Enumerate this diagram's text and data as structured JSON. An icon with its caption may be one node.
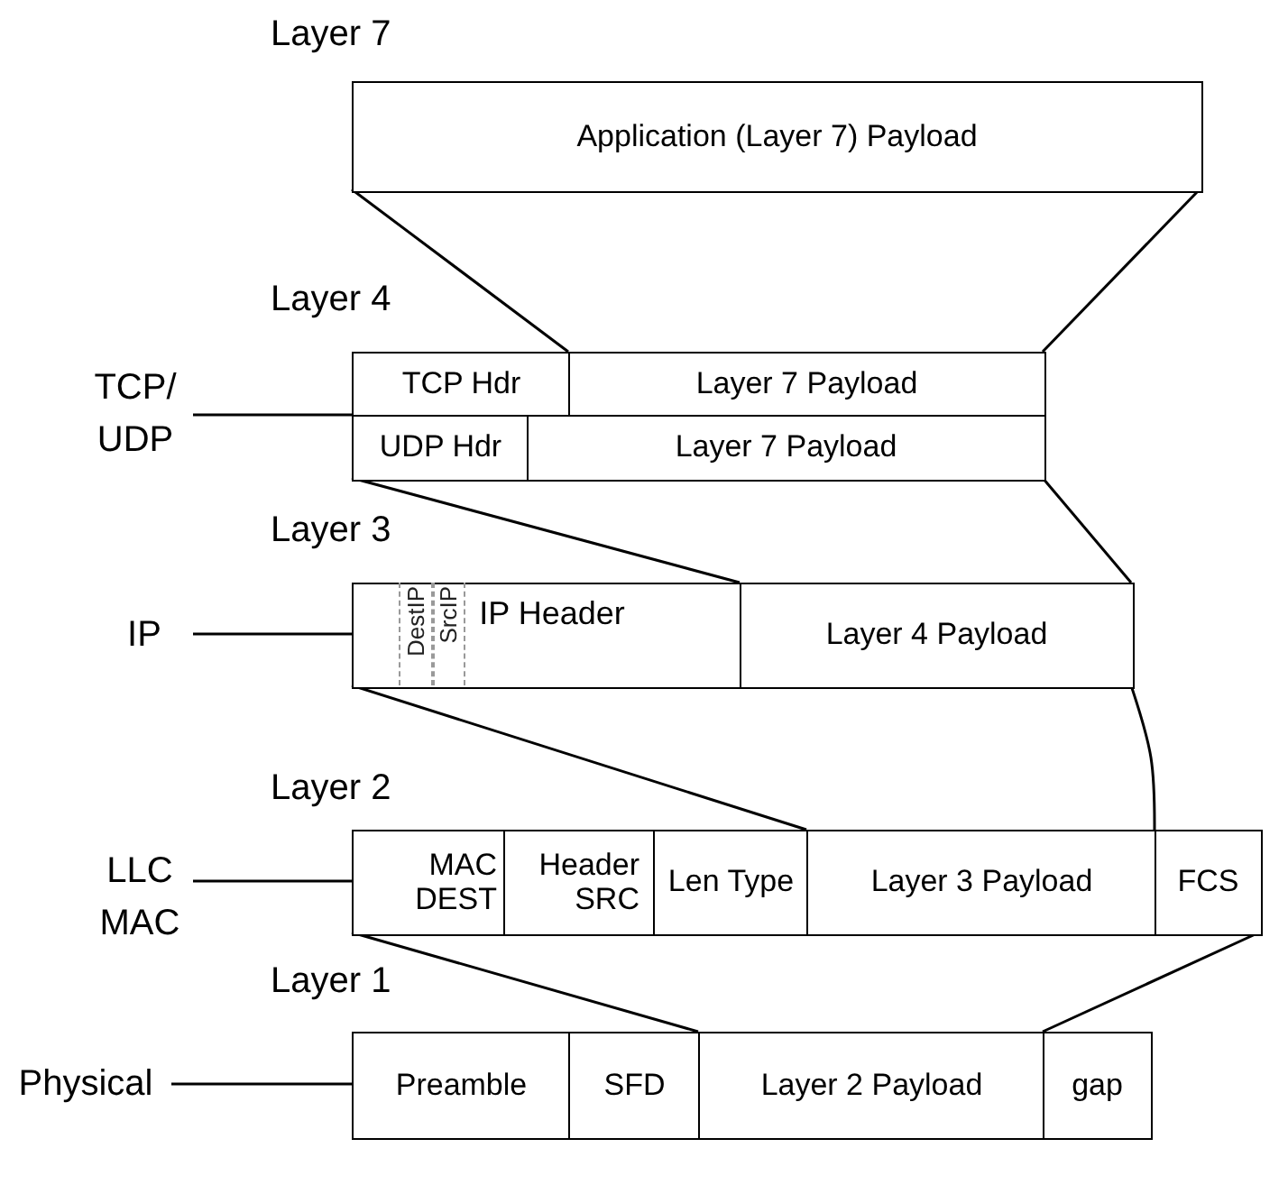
{
  "diagram": {
    "nodes": [
      {
        "text": [
          "Application (Layer 7) Payload"
        ]
      },
      {
        "text": [
          "TCP/ UDP"
        ]
      },
      {
        "text": [
          "TCP Hdr"
        ]
      },
      {
        "text": [
          "Layer 7 Payload"
        ]
      },
      {
        "text": [
          "UDP Hdr"
        ]
      },
      {
        "text": [
          "Layer 7 Payload"
        ]
      },
      {
        "text": [
          "IP"
        ]
      },
      {
        "text": [
          "IP Header"
        ]
      },
      {
        "text": [
          "DestIP"
        ],
        "in": 7
      },
      {
        "text": [
          "SrcIP"
        ],
        "in": 7
      },
      {
        "text": [
          "Layer 4 Payload"
        ]
      },
      {
        "text": [
          "LLC MAC"
        ]
      },
      {
        "text": [
          "MAC",
          "DEST"
        ]
      },
      {
        "text": [
          "Header",
          "SRC"
        ]
      },
      {
        "text": [
          "Len Type"
        ]
      },
      {
        "text": [
          "Layer 3 Payload"
        ]
      },
      {
        "text": [
          "FCS"
        ]
      },
      {
        "text": [
          "Physical"
        ]
      },
      {
        "text": [
          "Preamble"
        ]
      },
      {
        "text": [
          "SFD"
        ]
      },
      {
        "text": [
          "Layer 2 Payload"
        ]
      },
      {
        "text": [
          "gap"
        ]
      }
    ],
    "edges": [
      {
        "from": 0,
        "to": 3,
        "arrow": "none"
      },
      {
        "from": 0,
        "to": 3,
        "arrow": "none"
      },
      {
        "from": 1,
        "to": 2,
        "arrow": "none"
      },
      {
        "from": 4,
        "to": 10,
        "arrow": "none"
      },
      {
        "from": 5,
        "to": 10,
        "arrow": "none"
      },
      {
        "from": 6,
        "to": 7,
        "arrow": "none"
      },
      {
        "from": 7,
        "to": 15,
        "arrow": "none"
      },
      {
        "from": 10,
        "to": 15,
        "arrow": "none"
      },
      {
        "from": 11,
        "to": 12,
        "arrow": "none"
      },
      {
        "from": 12,
        "to": 20,
        "arrow": "none"
      },
      {
        "from": 16,
        "to": 20,
        "arrow": "none"
      },
      {
        "from": 17,
        "to": 18,
        "arrow": "none"
      }
    ],
    "labels": [
      "Layer 7",
      "Layer 4",
      "Layer 3",
      "Layer 2",
      "Layer 1"
    ]
  }
}
